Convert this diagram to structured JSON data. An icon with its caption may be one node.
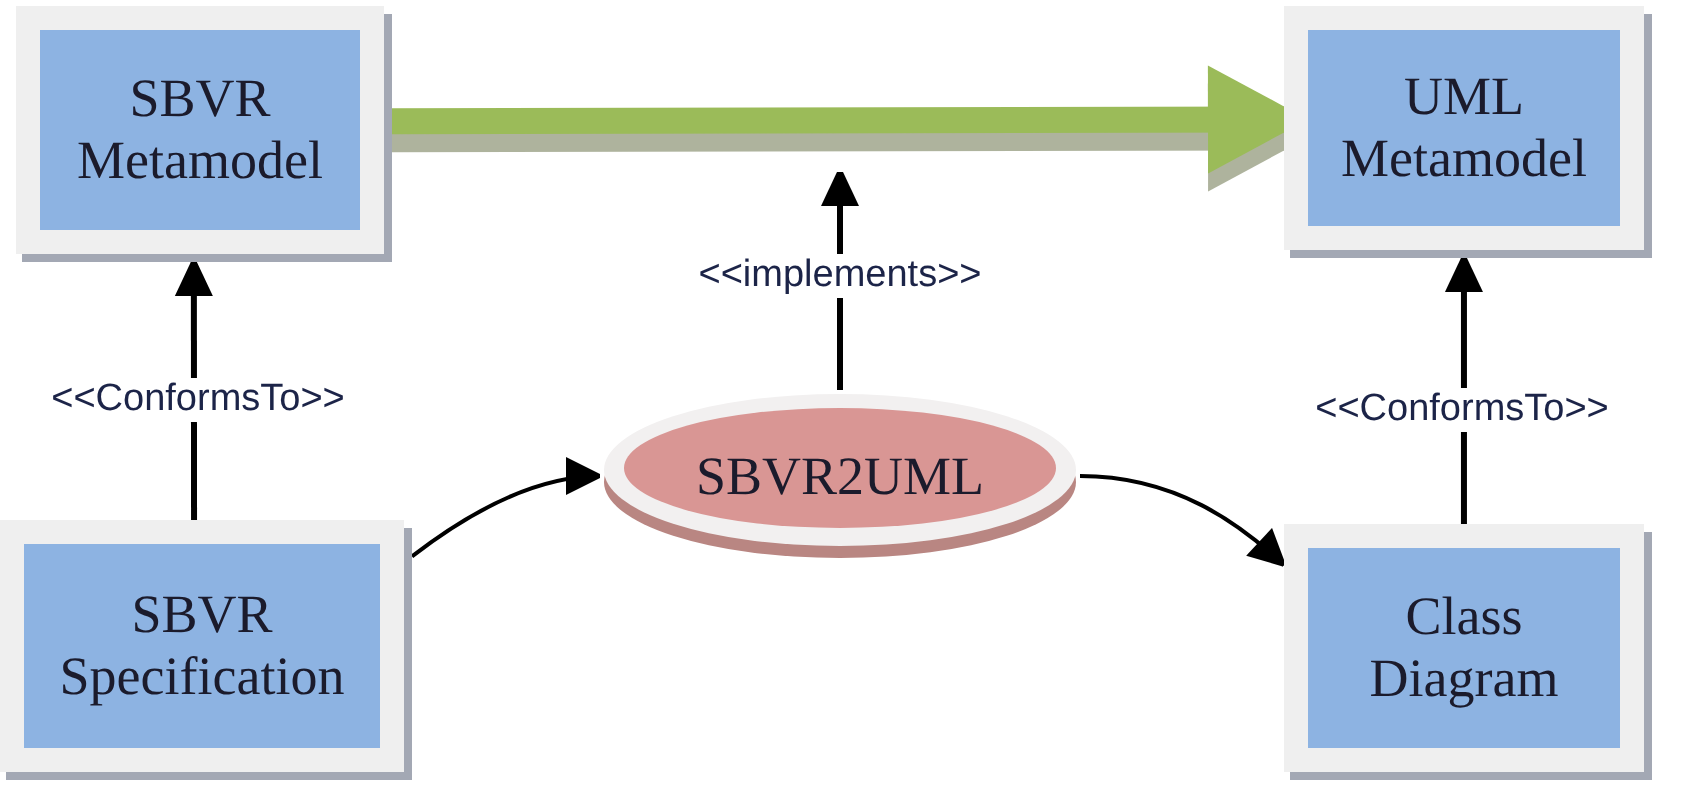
{
  "diagram": {
    "nodes": [
      {
        "text": [
          "SBVR Metamodel"
        ]
      },
      {
        "text": [
          "UML Metamodel"
        ]
      },
      {
        "text": [
          "SBVR2UML"
        ]
      },
      {
        "text": [
          "SBVR Specification"
        ]
      },
      {
        "text": [
          "Class Diagram"
        ]
      }
    ],
    "edges": [
      {
        "from": 0,
        "to": 1,
        "arrow": "to",
        "style": "thick",
        "color": "#9bbb59"
      },
      {
        "from": 2,
        "to": null,
        "arrow": "to",
        "label": "<<implements>>"
      },
      {
        "from": 3,
        "to": 0,
        "arrow": "to",
        "label": "<<ConformsTo>>"
      },
      {
        "from": 4,
        "to": 1,
        "arrow": "to",
        "label": "<<ConformsTo>>"
      },
      {
        "from": 3,
        "to": 2,
        "arrow": "to"
      },
      {
        "from": 2,
        "to": 4,
        "arrow": "to"
      }
    ]
  }
}
